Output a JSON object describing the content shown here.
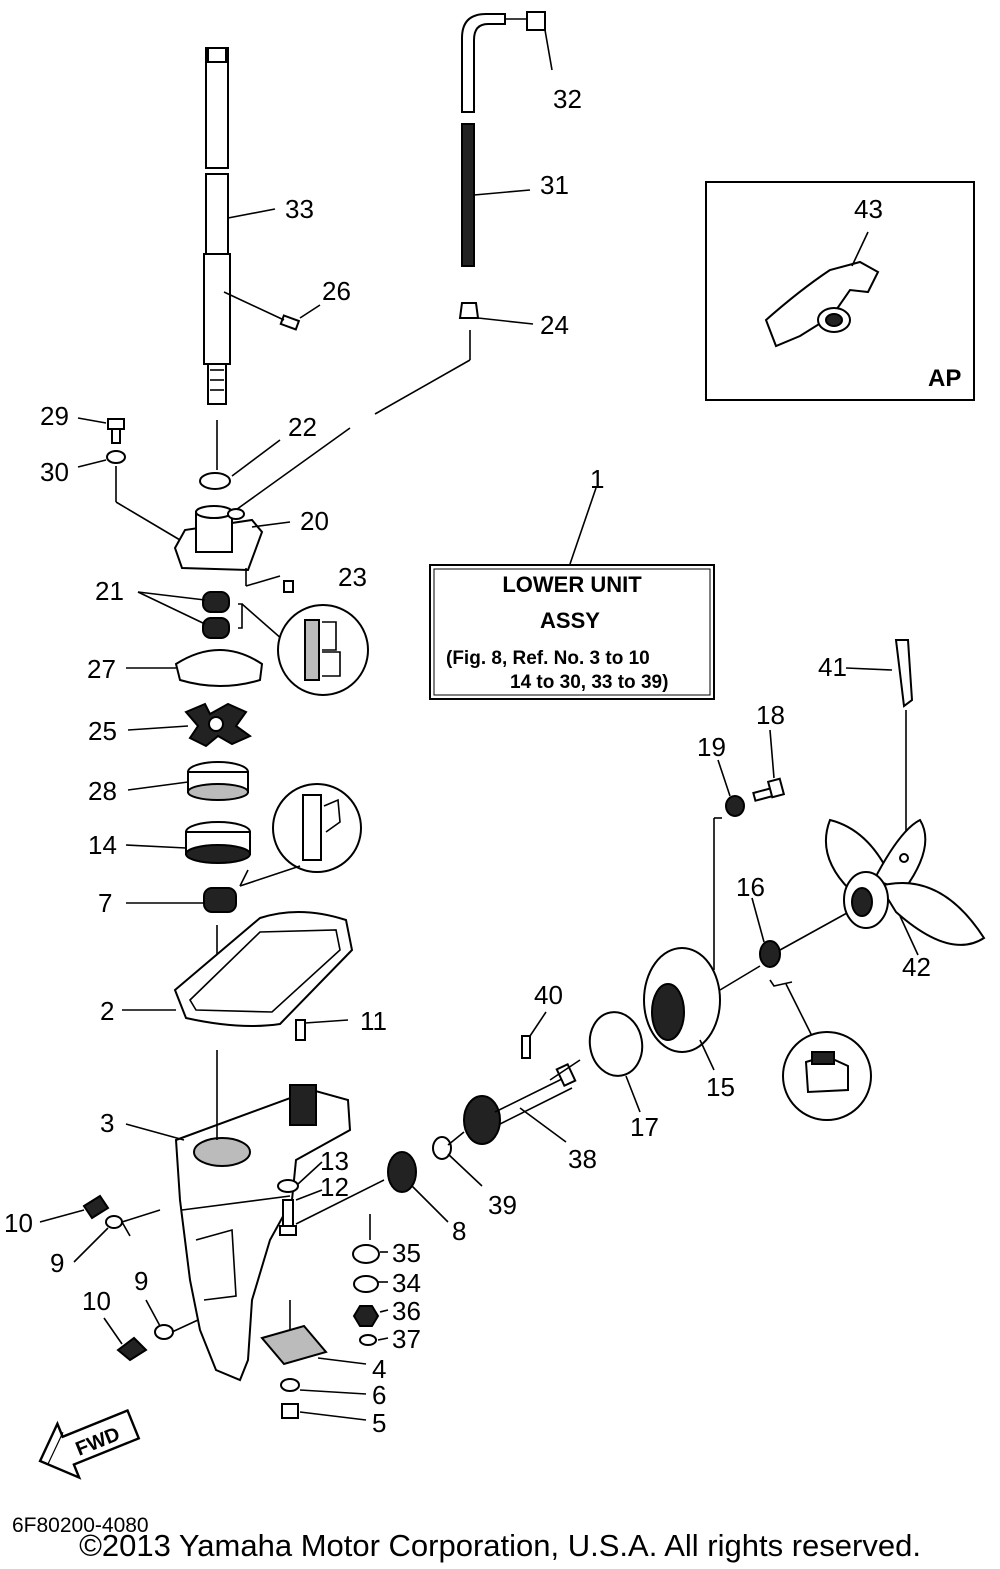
{
  "assembly_box": {
    "ref": "1",
    "title_line1": "LOWER UNIT",
    "title_line2": "ASSY",
    "note_line1": "(Fig. 8, Ref. No. 3 to 10",
    "note_line2": "14 to 30, 33 to 39)"
  },
  "inset": {
    "ref": "43",
    "tag": "AP"
  },
  "callouts": {
    "r2": "2",
    "r3": "3",
    "r4": "4",
    "r5": "5",
    "r6": "6",
    "r7": "7",
    "r8": "8",
    "r9a": "9",
    "r9b": "9",
    "r10a": "10",
    "r10b": "10",
    "r11": "11",
    "r12": "12",
    "r13": "13",
    "r14": "14",
    "r15": "15",
    "r16": "16",
    "r17": "17",
    "r18": "18",
    "r19": "19",
    "r20": "20",
    "r21": "21",
    "r22": "22",
    "r23": "23",
    "r24": "24",
    "r25": "25",
    "r26": "26",
    "r27": "27",
    "r28": "28",
    "r29": "29",
    "r30": "30",
    "r31": "31",
    "r32": "32",
    "r33": "33",
    "r34": "34",
    "r35": "35",
    "r36": "36",
    "r37": "37",
    "r38": "38",
    "r39": "39",
    "r40": "40",
    "r41": "41",
    "r42": "42"
  },
  "fwd_label": "FWD",
  "diagram_code": "6F80200-4080",
  "copyright": "©2013 Yamaha Motor Corporation, U.S.A. All rights reserved."
}
